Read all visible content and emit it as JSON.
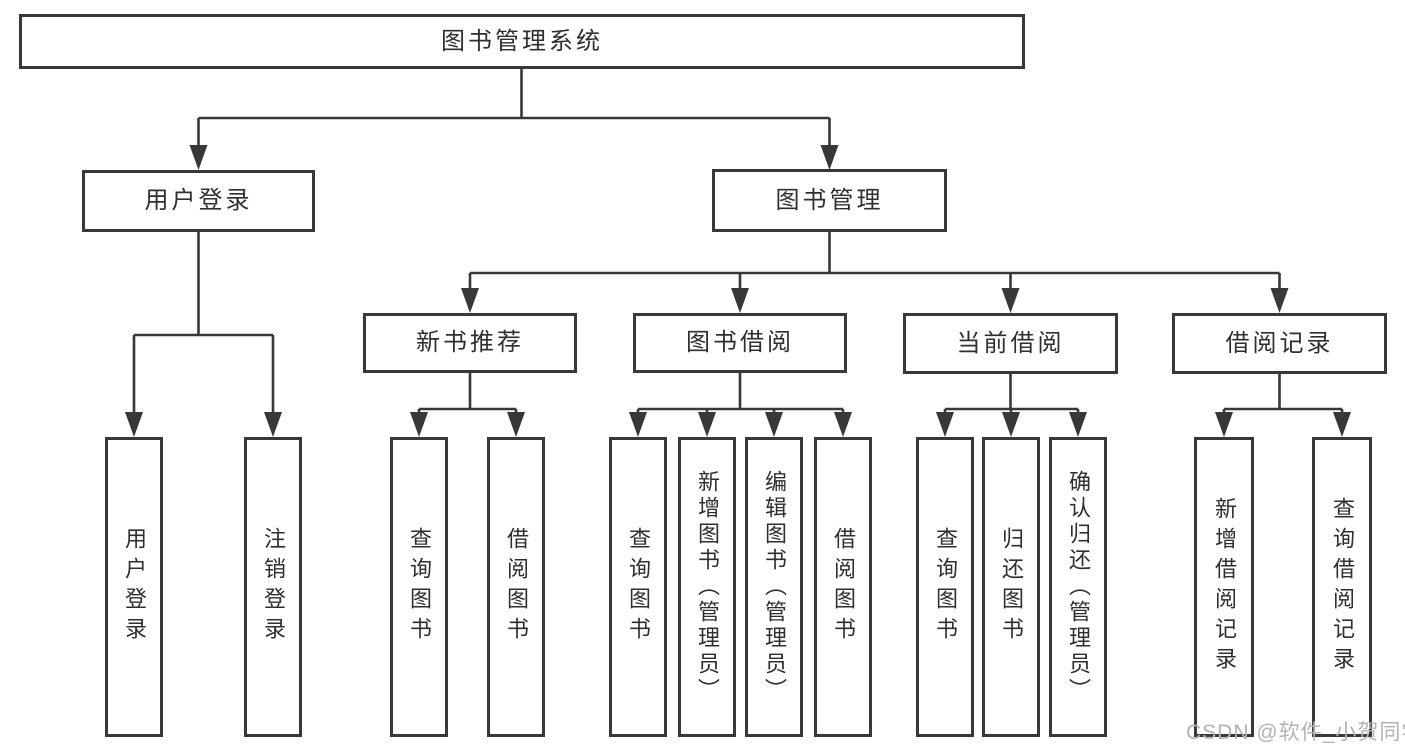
{
  "tree": {
    "root": "图书管理系统",
    "level2": {
      "user_login": "用户登录",
      "book_management": "图书管理"
    },
    "level3": {
      "new_book_recommendation": "新书推荐",
      "book_borrowing": "图书借阅",
      "current_borrowing": "当前借阅",
      "borrowing_records": "借阅记录"
    },
    "leaves": {
      "user_login": [
        "用户登录",
        "注销登录"
      ],
      "new_book_recommendation": [
        "查询图书",
        "借阅图书"
      ],
      "book_borrowing": [
        "查询图书",
        "新增图书（管理员）",
        "编辑图书（管理员）",
        "借阅图书"
      ],
      "current_borrowing": [
        "查询图书",
        "归还图书",
        "确认归还（管理员）"
      ],
      "borrowing_records": [
        "新增借阅记录",
        "查询借阅记录"
      ]
    }
  },
  "watermark": "CSDN @软件_小贺同学",
  "colors": {
    "line": "#383838",
    "box_border": "#383838",
    "text": "#2f2f2f",
    "watermark": "#b3b3b3",
    "background": "#ffffff"
  }
}
